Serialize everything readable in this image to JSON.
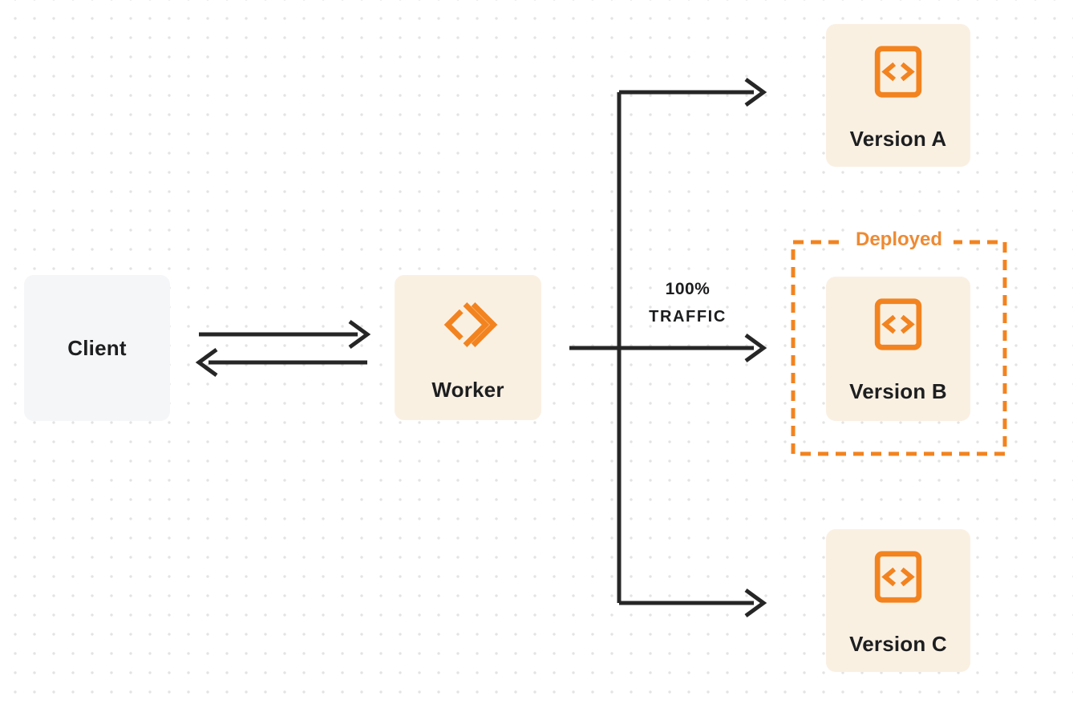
{
  "colors": {
    "accent_orange": "#F2831F",
    "deployed_text_orange": "#EE8A33",
    "node_bg_cream": "#FAF0E2",
    "node_bg_gray": "#F5F6F8",
    "arrow_dark": "#262626",
    "text_dark": "#1D1E20",
    "dot_grid": "#E3E3E4",
    "background": "#FFFFFF"
  },
  "nodes": {
    "client": {
      "label": "Client"
    },
    "worker": {
      "label": "Worker",
      "icon": "worker-double-chevron-icon"
    },
    "version_a": {
      "label": "Version A",
      "icon": "code-file-icon"
    },
    "version_b": {
      "label": "Version B",
      "icon": "code-file-icon"
    },
    "version_c": {
      "label": "Version C",
      "icon": "code-file-icon"
    }
  },
  "annotations": {
    "deployed": "Deployed",
    "traffic_line1": "100%",
    "traffic_line2": "TRAFFIC"
  },
  "edges": [
    {
      "from": "client",
      "to": "worker",
      "direction": "bidirectional",
      "label": ""
    },
    {
      "from": "worker",
      "to": "version_a",
      "direction": "one-way",
      "label": ""
    },
    {
      "from": "worker",
      "to": "version_b",
      "direction": "one-way",
      "label": "100% TRAFFIC"
    },
    {
      "from": "worker",
      "to": "version_c",
      "direction": "one-way",
      "label": ""
    }
  ]
}
